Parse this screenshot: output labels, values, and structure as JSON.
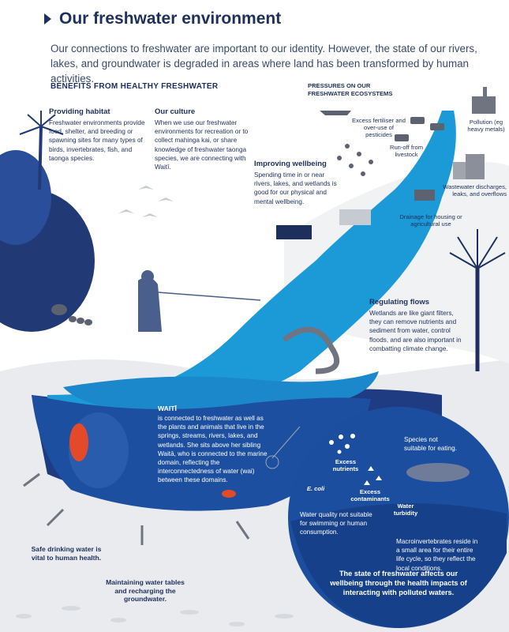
{
  "title": "Our freshwater environment",
  "intro": "Our connections to freshwater are important to our identity. However, the state of our rivers, lakes, and groundwater is degraded in areas where land has been transformed by human activities.",
  "benefits_heading": "BENEFITS FROM HEALTHY FRESHWATER",
  "pressures_heading": "PRESSURES ON OUR FRESHWATER ECOSYSTEMS",
  "habitat": {
    "title": "Providing habitat",
    "text": "Freshwater environments provide food, shelter, and breeding or spawning sites for many types of birds, invertebrates, fish, and taonga species."
  },
  "culture": {
    "title": "Our culture",
    "text": "When we use our freshwater environments for recreation or to collect mahinga kai, or share knowledge of freshwater taonga species, we are connecting with Waitī."
  },
  "wellbeing": {
    "title": "Improving wellbeing",
    "text": "Spending time in or near rivers, lakes, and wetlands is good for our physical and mental wellbeing."
  },
  "flows": {
    "title": "Regulating flows",
    "text": "Wetlands are like giant filters, they can remove nutrients and sediment from water, control floods, and are also important in combatting climate change."
  },
  "waiti": {
    "title": "WAITĪ",
    "text": "is connected to freshwater as well as the plants and animals that live in the springs, streams, rivers, lakes, and wetlands. She sits above her sibling Waitā, who is connected to the marine domain, reflecting the interconnectedness of water (wai) between these domains."
  },
  "pressures": {
    "fertiliser": "Excess fertiliser and over-use of pesticides",
    "pollution": "Pollution (eg heavy metals)",
    "runoff": "Run-off from livestock",
    "wastewater": "Wastewater discharges, leaks, and overflows",
    "drainage": "Drainage for housing or agricultural use"
  },
  "groundwater": {
    "drinking": "Safe drinking water is vital to human health.",
    "tables": "Maintaining water tables and recharging the groundwater."
  },
  "circle": {
    "species": "Species not suitable for eating.",
    "nutrients": "Excess nutrients",
    "ecoli": "E. coli",
    "contaminants": "Excess contaminants",
    "turbidity": "Water turbidity",
    "swimming": "Water quality not suitable for swimming or human consumption.",
    "macro": "Macroinvertebrates reside in a small area for their entire life cycle, so they reflect the local conditions.",
    "summary": "The state of freshwater affects our wellbeing through the health impacts of interacting with polluted waters."
  }
}
